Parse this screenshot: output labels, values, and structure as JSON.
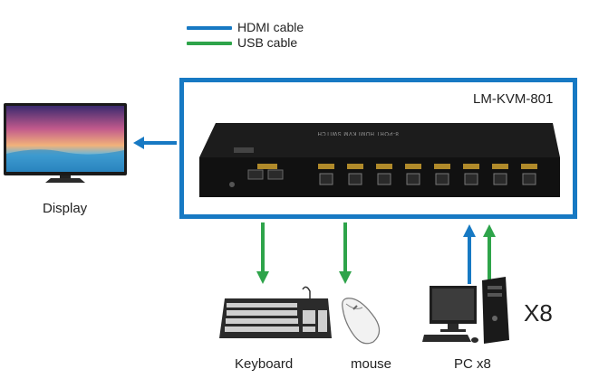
{
  "legend": {
    "items": [
      {
        "label": "HDMI cable",
        "color": "#1779c3"
      },
      {
        "label": "USB cable",
        "color": "#2ea44a"
      }
    ]
  },
  "device": {
    "model": "LM-KVM-801",
    "panel_text": "8-PORT HDMI KVM SWITCH",
    "port_count": 8
  },
  "labels": {
    "display": "Display",
    "keyboard": "Keyboard",
    "mouse": "mouse",
    "pc": "PC x8",
    "multiplier": "X8"
  },
  "colors": {
    "frame": "#1779c3",
    "hdmi": "#1779c3",
    "usb": "#2ea44a"
  },
  "icons": [
    "monitor-icon",
    "keyboard-icon",
    "mouse-icon",
    "desktop-pc-icon",
    "kvm-switch-icon"
  ]
}
